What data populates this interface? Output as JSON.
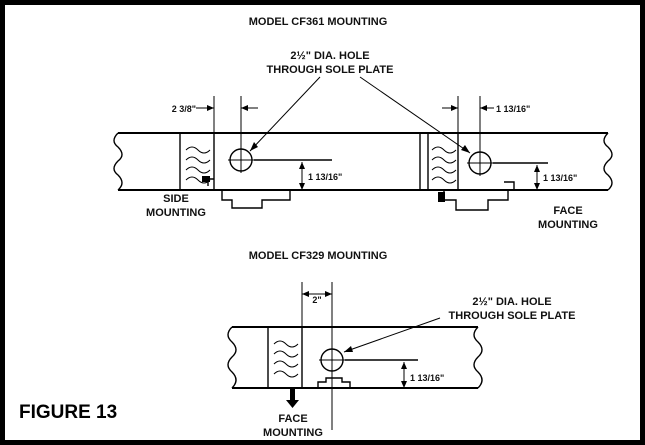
{
  "figure_label": "FIGURE 13",
  "top_diagram": {
    "title": "MODEL CF361 MOUNTING",
    "hole_callout_line1": "2½\" DIA. HOLE",
    "hole_callout_line2": "THROUGH SOLE PLATE",
    "left_offset": "2 3/8\"",
    "right_offset": "1 13/16\"",
    "left_height": "1 13/16\"",
    "right_height": "1 13/16\"",
    "side_label_line1": "SIDE",
    "side_label_line2": "MOUNTING",
    "face_label_line1": "FACE",
    "face_label_line2": "MOUNTING"
  },
  "bottom_diagram": {
    "title": "MODEL CF329 MOUNTING",
    "hole_callout_line1": "2½\" DIA. HOLE",
    "hole_callout_line2": "THROUGH SOLE PLATE",
    "offset": "2\"",
    "height": "1 13/16\"",
    "face_label_line1": "FACE",
    "face_label_line2": "MOUNTING"
  }
}
